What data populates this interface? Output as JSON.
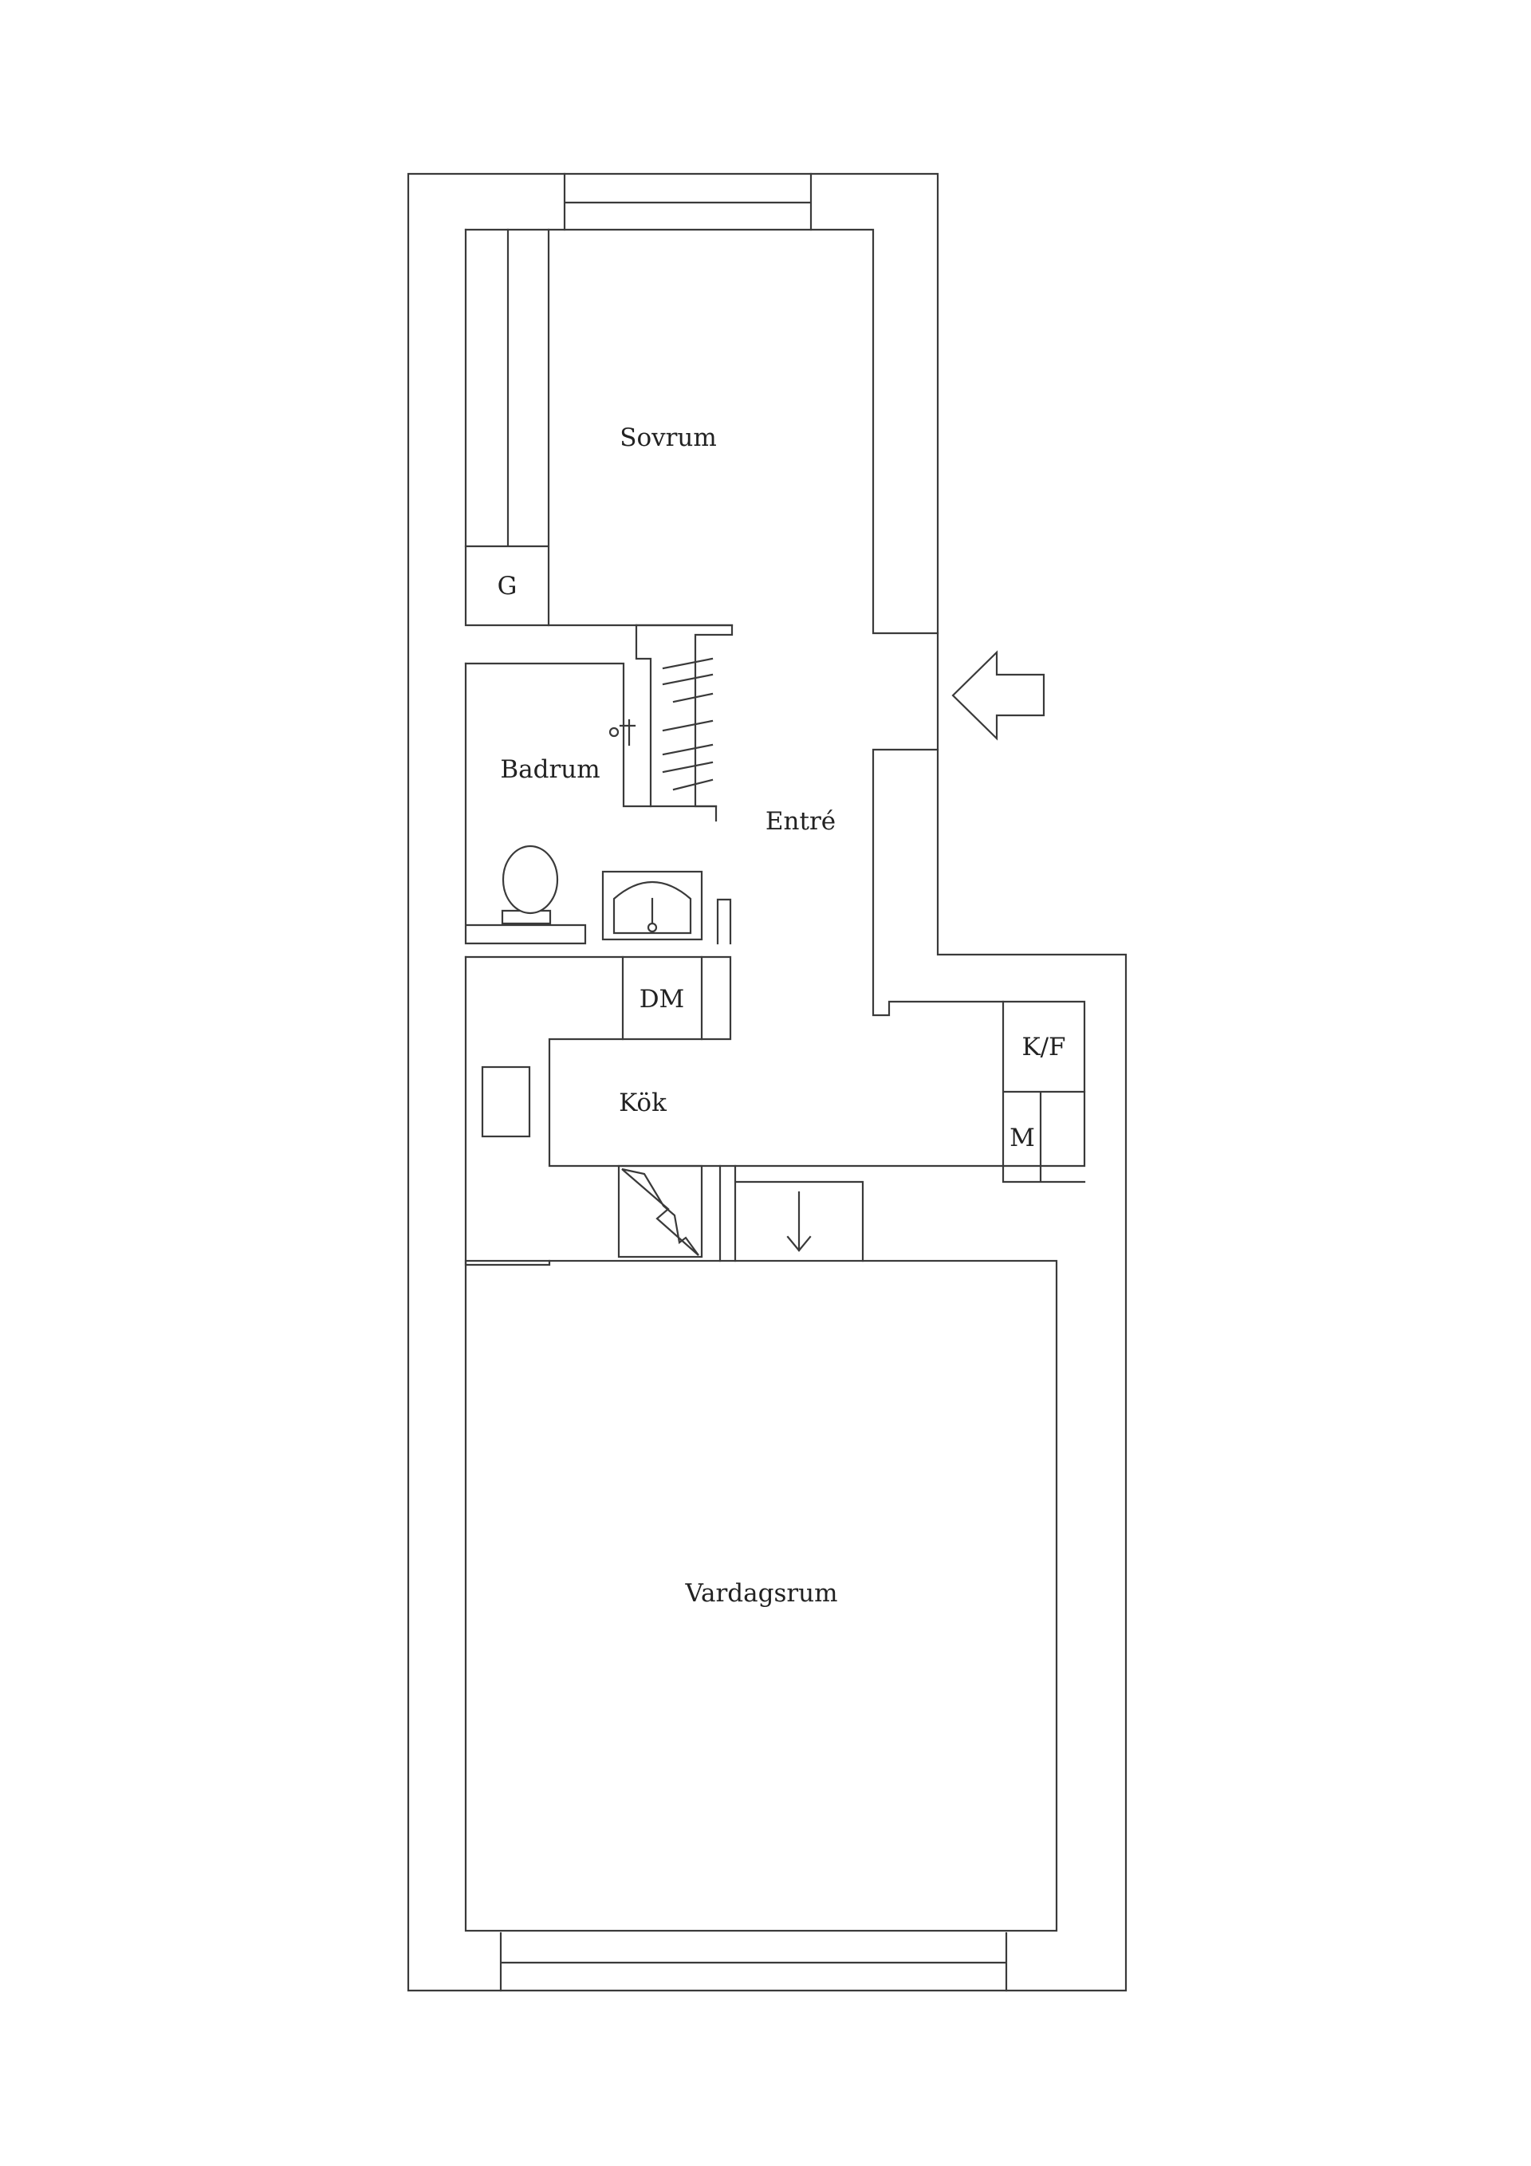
{
  "rooms": {
    "sovrum": "Sovrum",
    "garderob": "G",
    "badrum": "Badrum",
    "entre": "Entré",
    "diskmaskin": "DM",
    "kok": "Kök",
    "kyl_frys": "K/F",
    "mikro": "M",
    "vardagsrum": "Vardagsrum"
  },
  "colors": {
    "line": "#3a3a3a",
    "background": "#ffffff"
  },
  "icons": [
    "entrance-arrow-icon",
    "toilet-icon",
    "sink-icon",
    "electric-panel-icon",
    "ventilation-arrow-icon"
  ]
}
